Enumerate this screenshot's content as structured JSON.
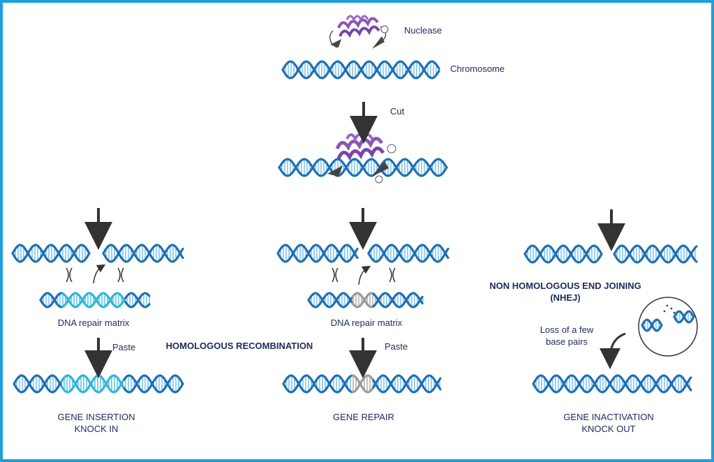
{
  "labels": {
    "nuclease": "Nuclease",
    "chromosome": "Chromosome",
    "cut": "Cut",
    "paste_left": "Paste",
    "paste_mid": "Paste",
    "repair_matrix_left": "DNA repair matrix",
    "repair_matrix_mid": "DNA repair matrix",
    "homologous": "HOMOLOGOUS RECOMBINATION",
    "nhej_line1": "NON HOMOLOGOUS END JOINING",
    "nhej_line2": "(NHEJ)",
    "loss_line1": "Loss of a few",
    "loss_line2": "base pairs",
    "insertion_line1": "GENE INSERTION",
    "insertion_line2": "KNOCK IN",
    "repair": "GENE REPAIR",
    "inactivation_line1": "GENE INACTIVATION",
    "inactivation_line2": "KNOCK OUT"
  },
  "colors": {
    "frame": "#1da1dc",
    "dna": "#1f6fb2",
    "dna_light": "#5ab3e6",
    "insert": "#2fb5d8",
    "repair_patch": "#9a9a9a",
    "protein": "#8a55b8",
    "arrow": "#333333",
    "text": "#1f2a5c"
  }
}
